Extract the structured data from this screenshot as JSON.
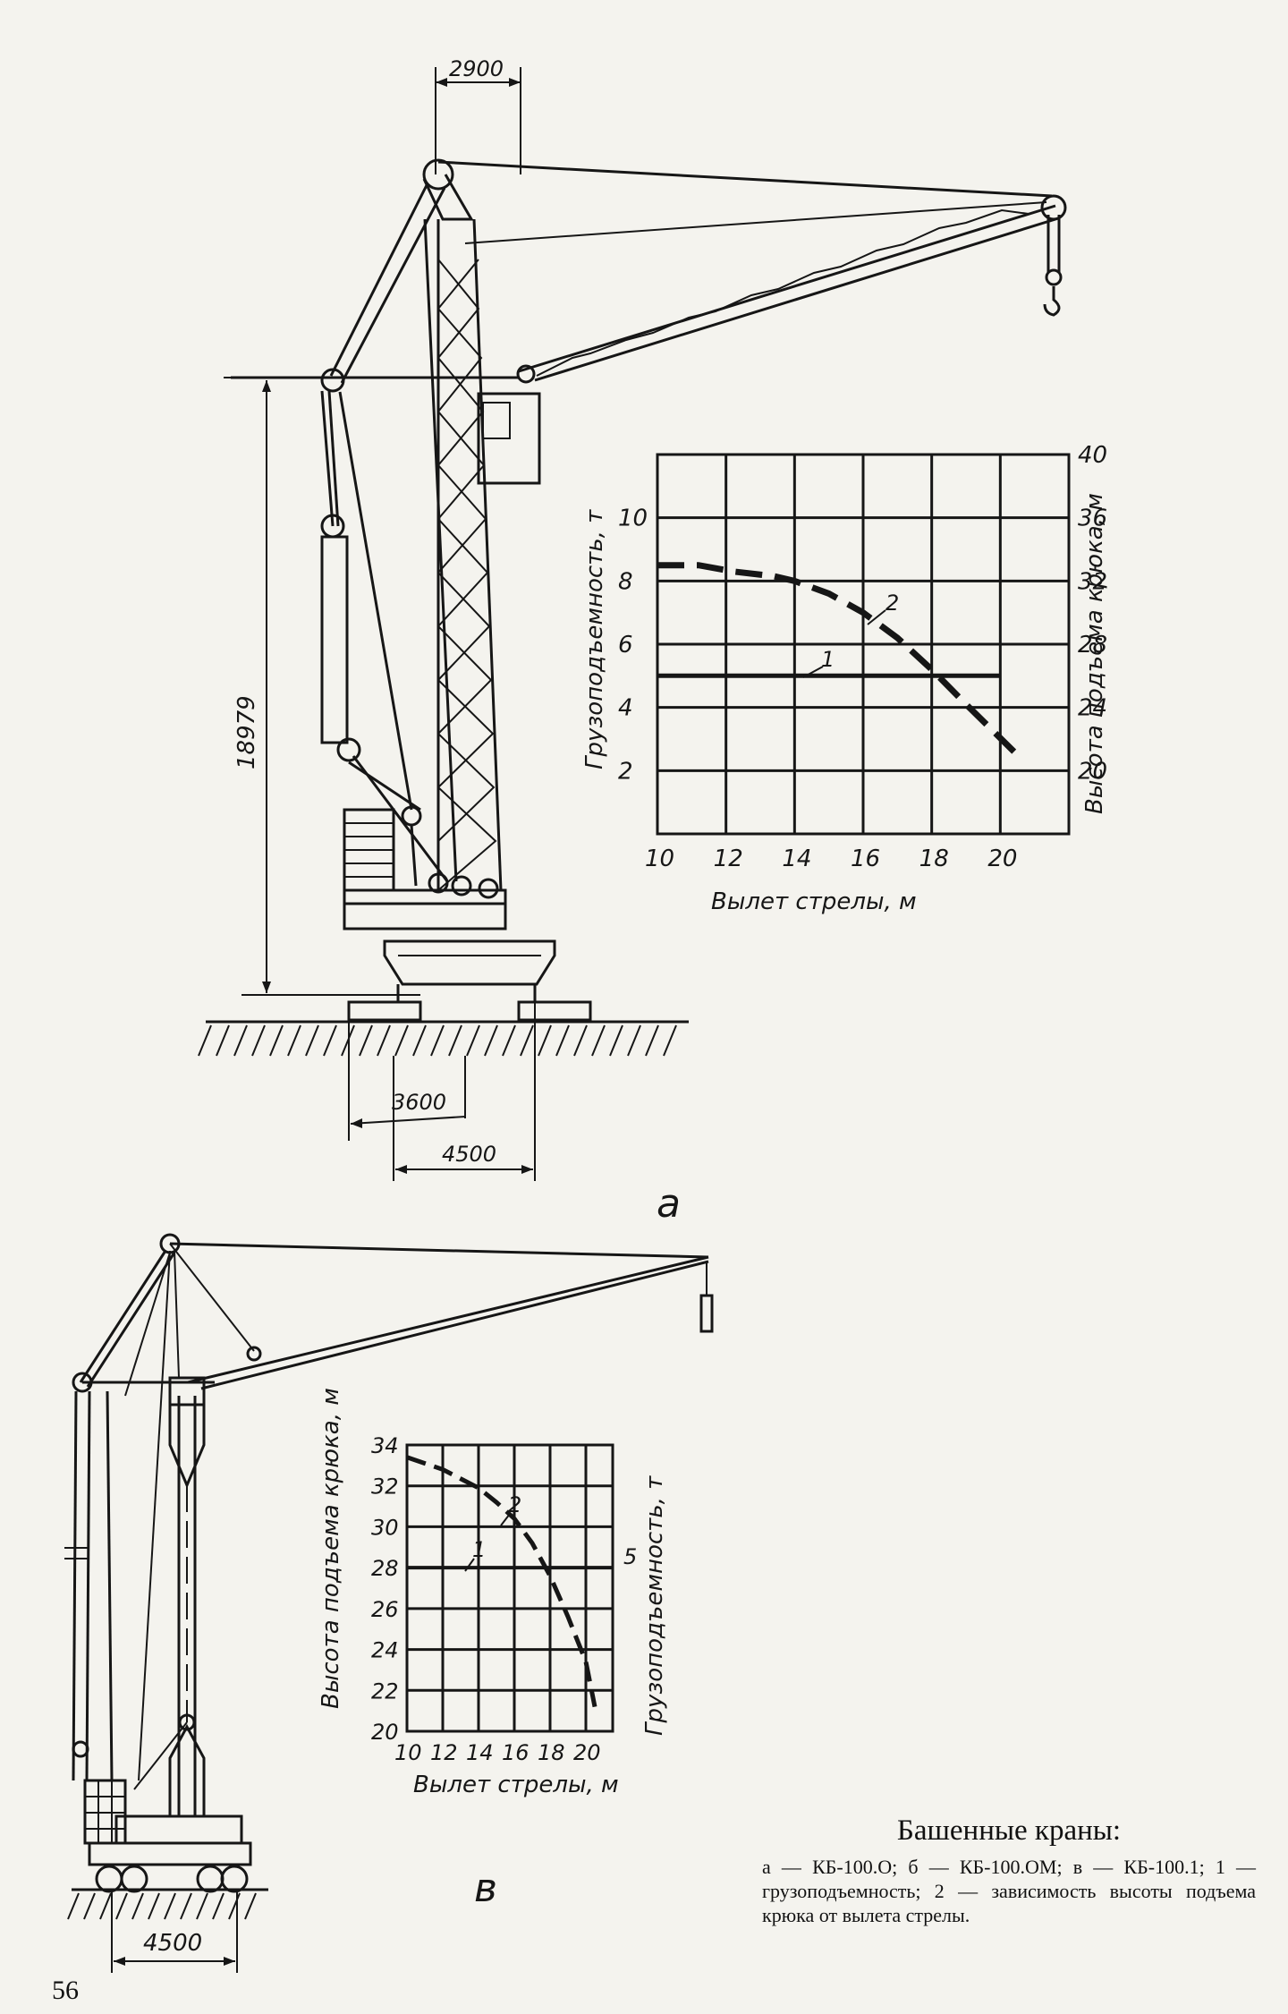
{
  "figure_labels": {
    "a": "а",
    "v": "в"
  },
  "diagram_a": {
    "dimensions": {
      "top_width": "2900",
      "height": "18979",
      "base_1": "3600",
      "base_2": "4500"
    }
  },
  "diagram_v": {
    "dimensions": {
      "base": "4500"
    }
  },
  "chart_a": {
    "ylabel_left": "Грузоподъемность, т",
    "ylabel_right": "Высота подъема крюка, м",
    "xlabel": "Вылет стрелы, м",
    "curve_1_label": "1",
    "curve_2_label": "2",
    "x_ticks": [
      "10",
      "12",
      "14",
      "16",
      "18",
      "20"
    ],
    "y_left_ticks": [
      "2",
      "4",
      "6",
      "8",
      "10"
    ],
    "y_right_ticks": [
      "20",
      "24",
      "28",
      "32",
      "36",
      "40"
    ]
  },
  "chart_v": {
    "ylabel_left": "Высота подъема крюка, м",
    "ylabel_right": "Грузоподъемность, т",
    "xlabel": "Вылет стрелы, м",
    "curve_1_label": "1",
    "curve_2_label": "2",
    "x_ticks": [
      "10",
      "12",
      "14",
      "16",
      "18",
      "20"
    ],
    "y_left_ticks": [
      "20",
      "22",
      "24",
      "26",
      "28",
      "30",
      "32",
      "34"
    ],
    "y_right_ticks": [
      "5"
    ]
  },
  "chart_data": [
    {
      "type": "line",
      "x_range": [
        10,
        22
      ],
      "ylim_left": [
        0,
        12
      ],
      "ylim_right": [
        16,
        40
      ],
      "grid": true,
      "series": [
        {
          "name": "1",
          "axis": "left",
          "style": "solid",
          "x": [
            10,
            20
          ],
          "y": [
            5,
            5
          ]
        },
        {
          "name": "2",
          "axis": "right",
          "style": "dashed",
          "x": [
            10,
            11.2,
            12.2,
            13.4,
            14,
            15,
            16,
            17,
            18,
            19,
            20.4
          ],
          "y": [
            33,
            33,
            32.6,
            32.3,
            32,
            31.2,
            30,
            28.4,
            26.4,
            24.2,
            21.2
          ]
        }
      ]
    },
    {
      "type": "line",
      "x_range": [
        10,
        21.5
      ],
      "ylim_left": [
        20,
        34
      ],
      "grid": true,
      "series": [
        {
          "name": "1",
          "axis": "left",
          "style": "solid",
          "x": [
            10,
            21.5
          ],
          "y": [
            28,
            28
          ]
        },
        {
          "name": "2",
          "axis": "left",
          "style": "dashed",
          "x": [
            10,
            12,
            14,
            15,
            16,
            17,
            18,
            19,
            20,
            20.5
          ],
          "y": [
            33.4,
            32.8,
            31.9,
            31.2,
            30.4,
            29.2,
            27.6,
            25.6,
            23.4,
            21.2
          ]
        }
      ]
    }
  ],
  "caption": {
    "title": "Башенные краны:",
    "body": "а — КБ-100.О; б — КБ-100.ОМ; в — КБ-100.1; 1 — грузоподъемность; 2 — зависимость высоты подъема крюка от вылета стрелы."
  },
  "page_number": "56"
}
